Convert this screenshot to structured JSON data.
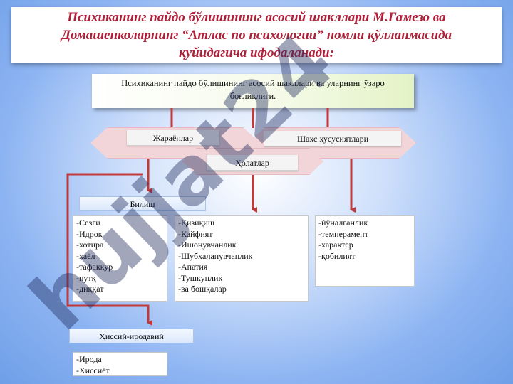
{
  "title": "Психиканинг пайдо бўлишининг асосий шакллари М.Гамезо ва Домашенколарнинг “Атлас по психологии” номли қўлланмасида қуйидагича ифодаланади:",
  "topic": "Психиканинг пайдо бўлишининг асосий шакллари ва уларнинг ўзаро боғлиқлиги.",
  "categories": {
    "processes": "Жараёнлар",
    "traits": "Шахс хусусиятлари",
    "states": "Ҳолатлар"
  },
  "sections": {
    "cognition": "Билиш",
    "volition": "Ҳиссий-иродавий"
  },
  "lists": {
    "cognition_items": [
      "Сезги",
      "Идрок",
      "хотира",
      "хаёл",
      "тафаккур",
      "нутқ",
      "диққат"
    ],
    "states_items": [
      "Қизиқиш",
      "Кайфият",
      "Ишонувчанлик",
      "Шубҳаланувчанлик",
      "Апатия",
      "Тушкунлик",
      "ва бошқалар"
    ],
    "traits_items": [
      "йўналганлик",
      "темперамент",
      "характер",
      "қобилият"
    ],
    "volition_items": [
      "Ирода",
      "Хиссиёт"
    ]
  },
  "watermark": "hujjat24",
  "colors": {
    "title_text": "#b0203a",
    "arrow": "#c0393b",
    "pill_fill": "#f2d5d8",
    "watermark": "#1e2a5e"
  }
}
